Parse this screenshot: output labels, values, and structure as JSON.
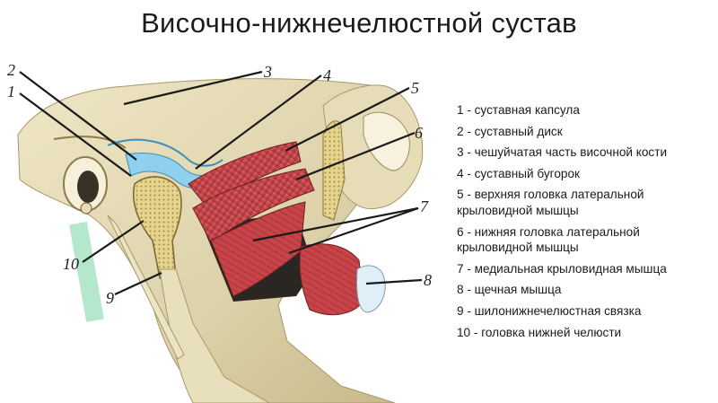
{
  "title": "Височно-нижнечелюстной сустав",
  "labels": [
    "1",
    "2",
    "3",
    "4",
    "5",
    "6",
    "7",
    "8",
    "9",
    "10"
  ],
  "legend": [
    "1 - суставная капсула",
    "2 - суставный диск",
    "3 - чешуйчатая часть височной кости",
    "4 - суставный бугорок",
    "5 - верхняя головка латеральной крыловидной мышцы",
    "6 - нижняя головка латеральной крыловидной мышцы",
    "7 - медиальная крыловидная мышца",
    "8 - щечная мышца",
    "9 - шилонижнечелюстная связка",
    "10 - головка нижней челюсти"
  ],
  "colors": {
    "bone": "#e2d8b4",
    "bone_shadow": "#b8a97a",
    "muscle": "#c8454a",
    "muscle_dark": "#8e2a2e",
    "disc": "#8fd0ee",
    "cavity": "#2a2622",
    "watermark": "#57c98b"
  }
}
